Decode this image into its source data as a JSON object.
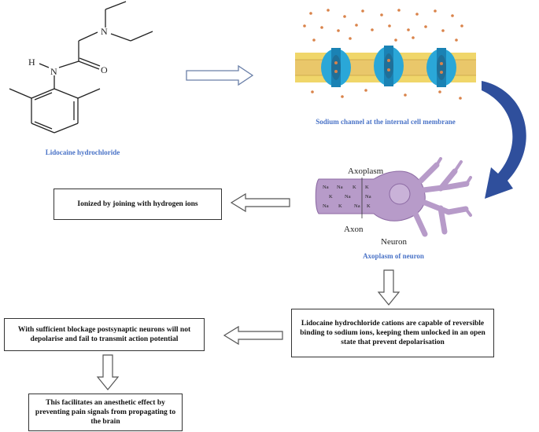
{
  "molecule": {
    "caption": "Lidocaine hydrochloride",
    "atom_labels": {
      "h": "H",
      "n_amide": "N",
      "n_amine": "N",
      "o": "O"
    }
  },
  "membrane": {
    "caption": "Sodium channel at the internal cell membrane"
  },
  "neuron": {
    "caption": "Axoplasm of neuron",
    "label_axoplasm": "Axoplasm",
    "label_axon": "Axon",
    "label_neuron": "Neuron",
    "ion_na": "Na",
    "ion_k": "K"
  },
  "steps": {
    "ionized": "Ionized by joining with hydrogen ions",
    "cations": "Lidocaine hydrochloride cations are capable of reversible binding to sodium ions, keeping them unlocked in an open state that prevent depolarisation",
    "blockage": "With sufficient blockage postsynaptic neurons will not depolarise and fail to transmit action potential",
    "anesthetic": "This facilitates an anesthetic effect by preventing pain signals from propagating to the brain"
  },
  "colors": {
    "caption": "#4a73c7",
    "curved_arrow": "#2f4f9c",
    "neuron_fill": "#b79bc9",
    "channel": "#2aa7d8",
    "membrane_head": "#f0d66a",
    "ions": "#d9834a"
  }
}
